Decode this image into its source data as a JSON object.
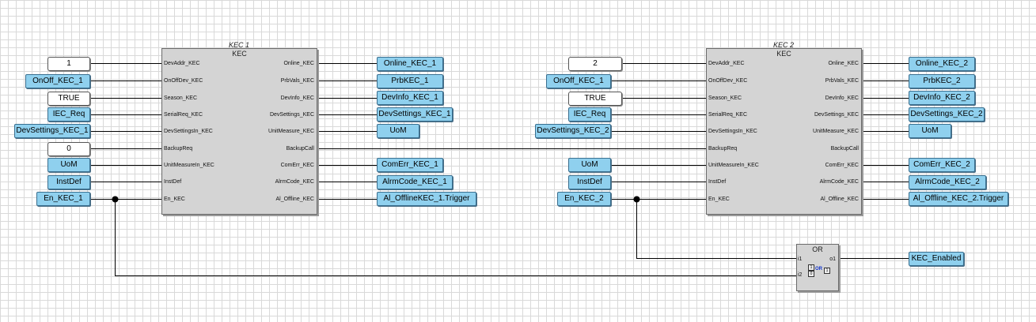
{
  "blocks": {
    "kec1": {
      "instance": "KEC 1",
      "type": "KEC",
      "inputs": [
        "DevAddr_KEC",
        "OnOffDev_KEC",
        "Season_KEC",
        "SerialReq_KEC",
        "DevSettingsIn_KEC",
        "BackupReq",
        "UnitMeasureIn_KEC",
        "InstDef",
        "En_KEC"
      ],
      "outputs": [
        "Online_KEC",
        "PrbVals_KEC",
        "DevInfo_KEC",
        "DevSettings_KEC",
        "UnitMeasure_KEC",
        "BackupCall",
        "ComErr_KEC",
        "AlrmCode_KEC",
        "Al_Offline_KEC"
      ]
    },
    "kec2": {
      "instance": "KEC 2",
      "type": "KEC",
      "inputs": [
        "DevAddr_KEC",
        "OnOffDev_KEC",
        "Season_KEC",
        "SerialReq_KEC",
        "DevSettingsIn_KEC",
        "BackupReq",
        "UnitMeasureIn_KEC",
        "InstDef",
        "En_KEC"
      ],
      "outputs": [
        "Online_KEC",
        "PrbVals_KEC",
        "DevInfo_KEC",
        "DevSettings_KEC",
        "UnitMeasure_KEC",
        "BackupCall",
        "ComErr_KEC",
        "AlrmCode_KEC",
        "Al_Offline_KEC"
      ]
    },
    "or": {
      "type": "OR",
      "inputs": [
        "i1",
        "i2"
      ],
      "outputs": [
        "o1"
      ],
      "glyph_text": "OR"
    }
  },
  "kec1_in_vars": [
    "1",
    "OnOff_KEC_1",
    "TRUE",
    "IEC_Req",
    "DevSettings_KEC_1",
    "0",
    "UoM",
    "InstDef",
    "En_KEC_1"
  ],
  "kec1_out_vars": [
    "Online_KEC_1",
    "PrbKEC_1",
    "DevInfo_KEC_1",
    "DevSettings_KEC_1",
    "UoM",
    "ComErr_KEC_1",
    "AlrmCode_KEC_1",
    "Al_OfflineKEC_1.Trigger"
  ],
  "kec2_in_vars": [
    "2",
    "OnOff_KEC_1",
    "TRUE",
    "IEC_Req",
    "DevSettings_KEC_2",
    "UoM",
    "InstDef",
    "En_KEC_2"
  ],
  "kec2_out_vars": [
    "Online_KEC_2",
    "PrbKEC_2",
    "DevInfo_KEC_2",
    "DevSettings_KEC_2",
    "UoM",
    "ComErr_KEC_2",
    "AlrmCode_KEC_2",
    "Al_Offline_KEC_2.Trigger"
  ],
  "or_out_var": "KEC_Enabled",
  "colors": {
    "variable_fill": "#8fd0ee",
    "block_fill": "#d4d4d4",
    "wire": "#000000"
  }
}
